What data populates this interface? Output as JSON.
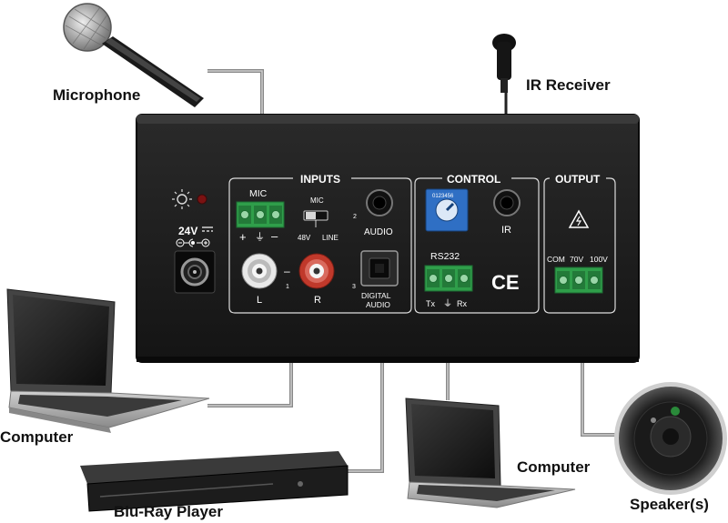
{
  "labels": {
    "microphone": "Microphone",
    "ir_receiver": "IR Receiver",
    "computer_left": "Computer",
    "computer_right": "Computer",
    "bluray": "Blu-Ray Player",
    "speaker": "Speaker(s)"
  },
  "panel": {
    "power": "24V",
    "inputs": {
      "title": "INPUTS",
      "mic": "MIC",
      "mic_polarity": [
        "+",
        "⏚",
        "–"
      ],
      "switch_top": "MIC",
      "switch_left": "48V",
      "switch_right": "LINE",
      "audio": "AUDIO",
      "input_2": "2",
      "input_1": "1",
      "input_3": "3",
      "rca_l": "L",
      "rca_r": "R",
      "rca_dash": "–",
      "digital_line1": "DIGITAL",
      "digital_line2": "AUDIO"
    },
    "control": {
      "title": "CONTROL",
      "ir": "IR",
      "rs232": "RS232",
      "rs232_pins": [
        "Tx",
        "⏚",
        "Rx"
      ],
      "ce_mark": "CE"
    },
    "output": {
      "title": "OUTPUT",
      "com": "COM",
      "v70": "70V",
      "v100": "100V"
    }
  },
  "colors": {
    "panel": "#1b1b1b",
    "terminal_green": "#2f9e4a",
    "dial_blue": "#2f6fc4",
    "rca_red": "#c0392b",
    "led_red": "#8b1a1a"
  }
}
